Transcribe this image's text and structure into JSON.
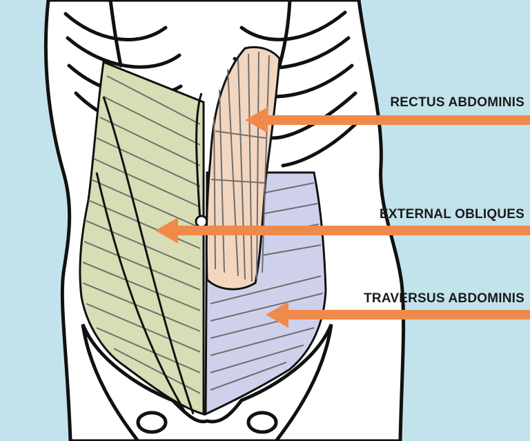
{
  "colors": {
    "background": "#c3e3ec",
    "body_fill": "#ffffff",
    "outline": "#111111",
    "arrow": "#f08a4b",
    "rectus_abdominis": "#f3d6bf",
    "external_obliques": "#d7ddb4",
    "traversus_abdominis": "#cfd1ec",
    "fiber_lines": "#6e6e6e"
  },
  "labels": {
    "rectus": "RECTUS ABDOMINIS",
    "external": "EXTERNAL OBLIQUES",
    "traversus": "TRAVERSUS ABDOMINIS"
  }
}
